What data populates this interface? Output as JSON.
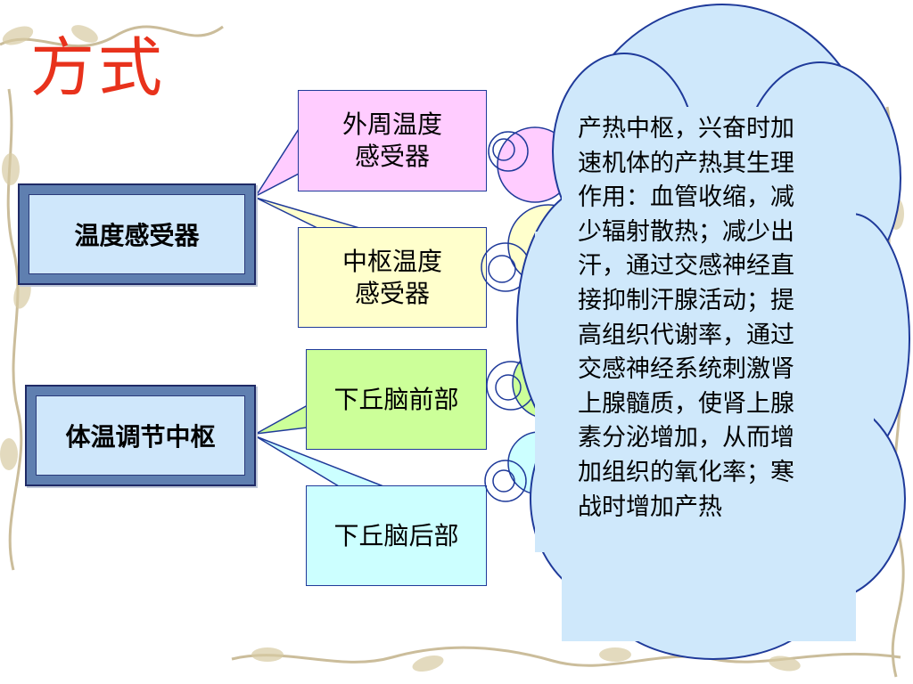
{
  "slide": {
    "title": "方式",
    "receptor_box": "温度感受器",
    "center_box": "体温调节中枢",
    "callouts": {
      "peripheral": "外周温度\n感受器",
      "central": "中枢温度\n感受器",
      "anterior": "下丘脑前部",
      "posterior": "下丘脑后部"
    },
    "cloud_text": "产热中枢，兴奋时加速机体的产热其生理作用：血管收缩，减少辐射散热；减少出汗，通过交感神经直接抑制汗腺活动；提高组织代谢率，通过交感神经系统刺激肾上腺髓质，使肾上腺素分泌增加，从而增加组织的氧化率；寒战时增加产热"
  },
  "colors": {
    "title": "#e8321c",
    "callout_pink": "#ffccff",
    "callout_yellow": "#ffffcc",
    "callout_green": "#ccff99",
    "callout_cyan": "#ccffff",
    "cloud_fill": "#cfe8fb",
    "stroke_blue": "#1f3a9a"
  }
}
